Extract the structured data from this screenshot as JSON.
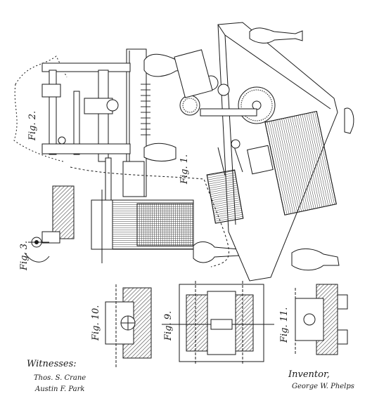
{
  "figures": {
    "fig1": "Fig. 1.",
    "fig2": "Fig. 2.",
    "fig3": "Fig. 3.",
    "fig9": "Fig. 9.",
    "fig10": "Fig. 10.",
    "fig11": "Fig. 11."
  },
  "signatures": {
    "witnesses_heading": "Witnesses:",
    "witness_1": "Thos. S. Crane",
    "witness_2": "Austin F. Park",
    "inventor_heading": "Inventor,",
    "inventor_name": "George W. Phelps"
  },
  "colors": {
    "ink": "#1a1a1a",
    "paper": "#ffffff",
    "hatch": "#3a3a3a"
  }
}
